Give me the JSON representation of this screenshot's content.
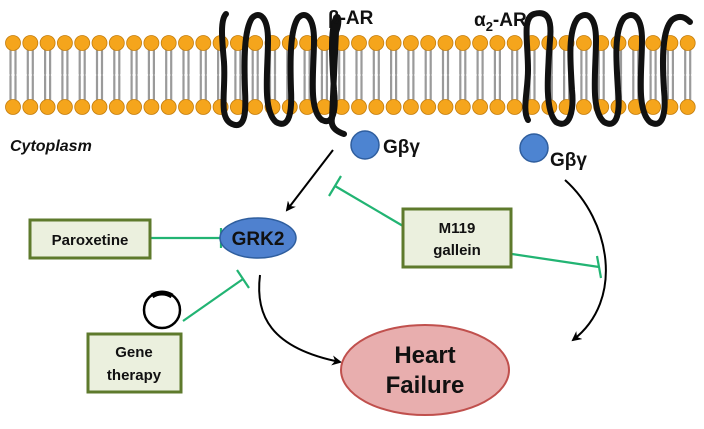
{
  "membrane": {
    "compartment_label": "Cytoplasm"
  },
  "receptors": [
    {
      "name": "β-AR",
      "name_main": "β-AR",
      "name_sub": ""
    },
    {
      "name": "α2-AR",
      "name_main": "α",
      "name_sub": "2",
      "name_tail": "-AR"
    }
  ],
  "g_protein_label": "Gβγ",
  "nodes": {
    "grk2": "GRK2",
    "heart_failure_line1": "Heart",
    "heart_failure_line2": "Failure"
  },
  "inhibitors": {
    "paroxetine": "Paroxetine",
    "m119_line1": "M119",
    "m119_line2": "gallein",
    "gene_line1": "Gene",
    "gene_line2": "therapy"
  },
  "colors": {
    "lipid_head": "#F5A51C",
    "lipid_tail": "#9A9A9A",
    "receptor": "#111111",
    "g_protein": "#4D84D1",
    "grk2_fill": "#4F81CF",
    "heart_failure_fill": "#E8AEAE",
    "heart_failure_stroke": "#C0504D",
    "box_fill": "#EBF0DE",
    "box_stroke": "#5E7A2C",
    "inhibition": "#22B473",
    "arrow": "#000000"
  },
  "icons": [
    "plasmid-icon"
  ]
}
